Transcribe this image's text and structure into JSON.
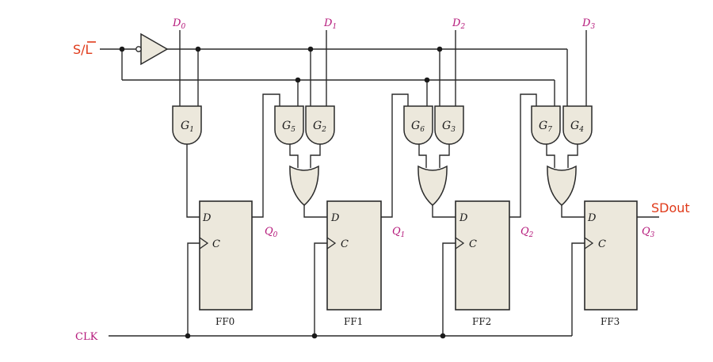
{
  "inputs": {
    "d0": {
      "letter": "D",
      "sub": "0"
    },
    "d1": {
      "letter": "D",
      "sub": "1"
    },
    "d2": {
      "letter": "D",
      "sub": "2"
    },
    "d3": {
      "letter": "D",
      "sub": "3"
    }
  },
  "mode_label": {
    "left": "S/",
    "bar": "L"
  },
  "clock_label": "CLK",
  "output_label": "SDout",
  "gates": {
    "g1": {
      "letter": "G",
      "sub": "1"
    },
    "g2": {
      "letter": "G",
      "sub": "2"
    },
    "g3": {
      "letter": "G",
      "sub": "3"
    },
    "g4": {
      "letter": "G",
      "sub": "4"
    },
    "g5": {
      "letter": "G",
      "sub": "5"
    },
    "g6": {
      "letter": "G",
      "sub": "6"
    },
    "g7": {
      "letter": "G",
      "sub": "7"
    }
  },
  "flipflops": {
    "ff0": {
      "name": "FF0",
      "d_pin": "D",
      "c_pin": "C",
      "q": "Q",
      "q_sub": "0"
    },
    "ff1": {
      "name": "FF1",
      "d_pin": "D",
      "c_pin": "C",
      "q": "Q",
      "q_sub": "1"
    },
    "ff2": {
      "name": "FF2",
      "d_pin": "D",
      "c_pin": "C",
      "q": "Q",
      "q_sub": "2"
    },
    "ff3": {
      "name": "FF3",
      "d_pin": "D",
      "c_pin": "C",
      "q": "Q",
      "q_sub": "3"
    }
  },
  "colors": {
    "signal_label": "#b5197b",
    "control_label": "#e03a1a",
    "component_fill": "#ece8dc"
  }
}
